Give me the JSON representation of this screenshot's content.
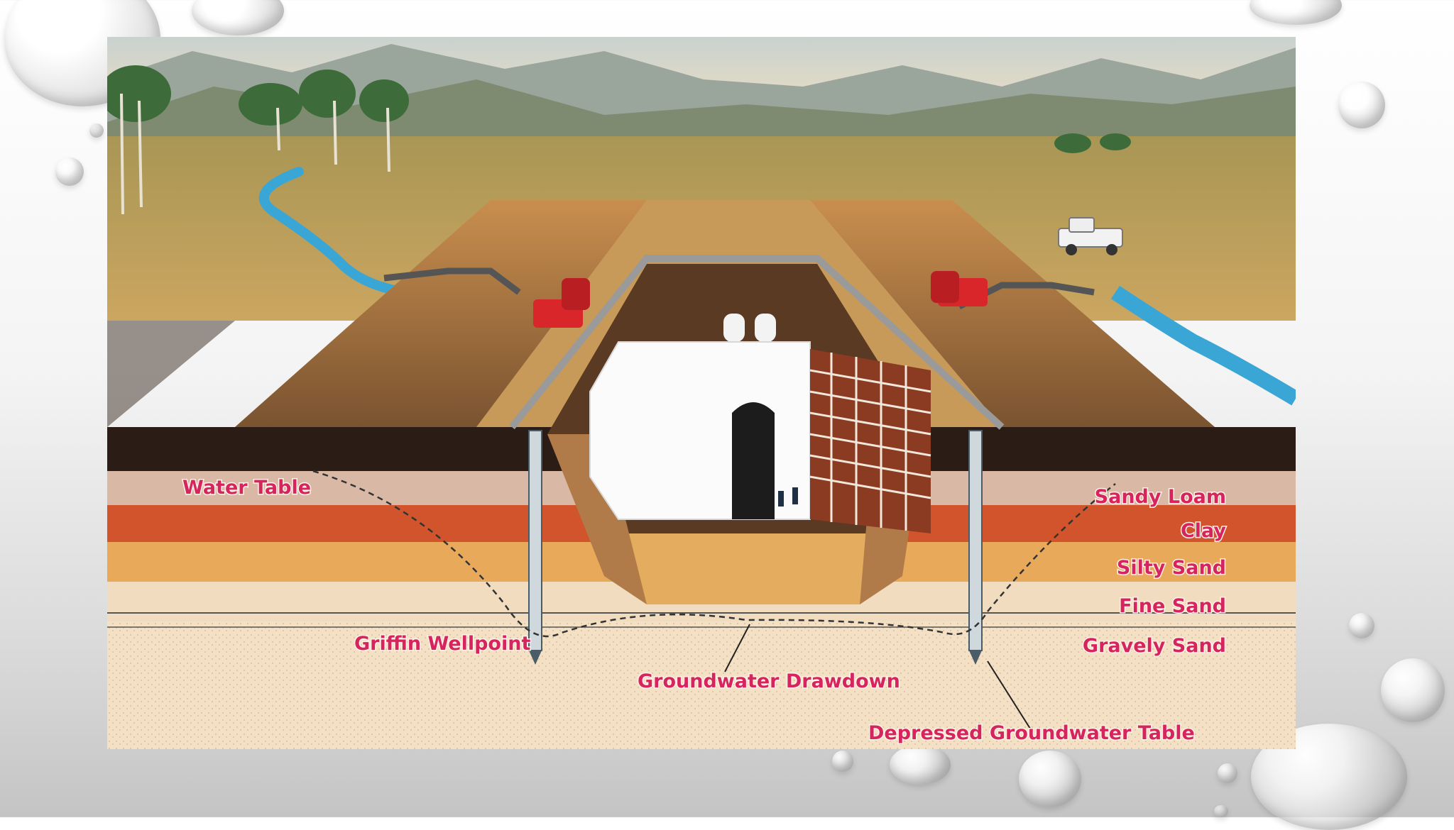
{
  "diagram": {
    "labels": {
      "water_table": "Water Table",
      "griffin_wellpoint": "Griffin Wellpoint",
      "groundwater_drawdown": "Groundwater Drawdown",
      "depressed_groundwater_table": "Depressed  Groundwater Table",
      "sandy_loam": "Sandy Loam",
      "clay": "Clay",
      "silty_sand": "Silty Sand",
      "fine_sand": "Fine Sand",
      "gravely_sand": "Gravely Sand"
    }
  },
  "colors": {
    "label_text": "#d6245f",
    "sandy_loam": "#d9b9a6",
    "clay": "#d2542c",
    "silty_sand": "#e8a95a",
    "fine_sand": "#f2dcc0",
    "gravely_sand": "#f6e3c7",
    "water": "#3aa6d6",
    "pump": "#d9262a"
  }
}
